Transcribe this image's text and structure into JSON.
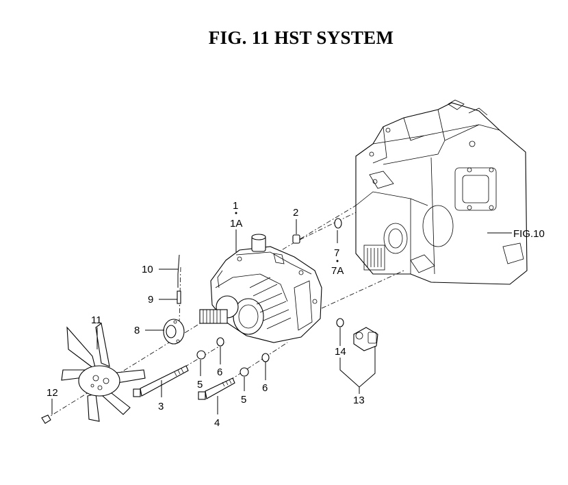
{
  "title": "FIG. 11  HST SYSTEM",
  "callouts": {
    "p1": "1",
    "p1a": "1A",
    "p2": "2",
    "p3": "3",
    "p4": "4",
    "p5a": "5",
    "p5b": "5",
    "p6a": "6",
    "p6b": "6",
    "p7": "7",
    "p7a": "7A",
    "p8": "8",
    "p9": "9",
    "p10": "10",
    "p11": "11",
    "p12": "12",
    "p13": "13",
    "p14": "14",
    "fig10": "FIG.10"
  }
}
